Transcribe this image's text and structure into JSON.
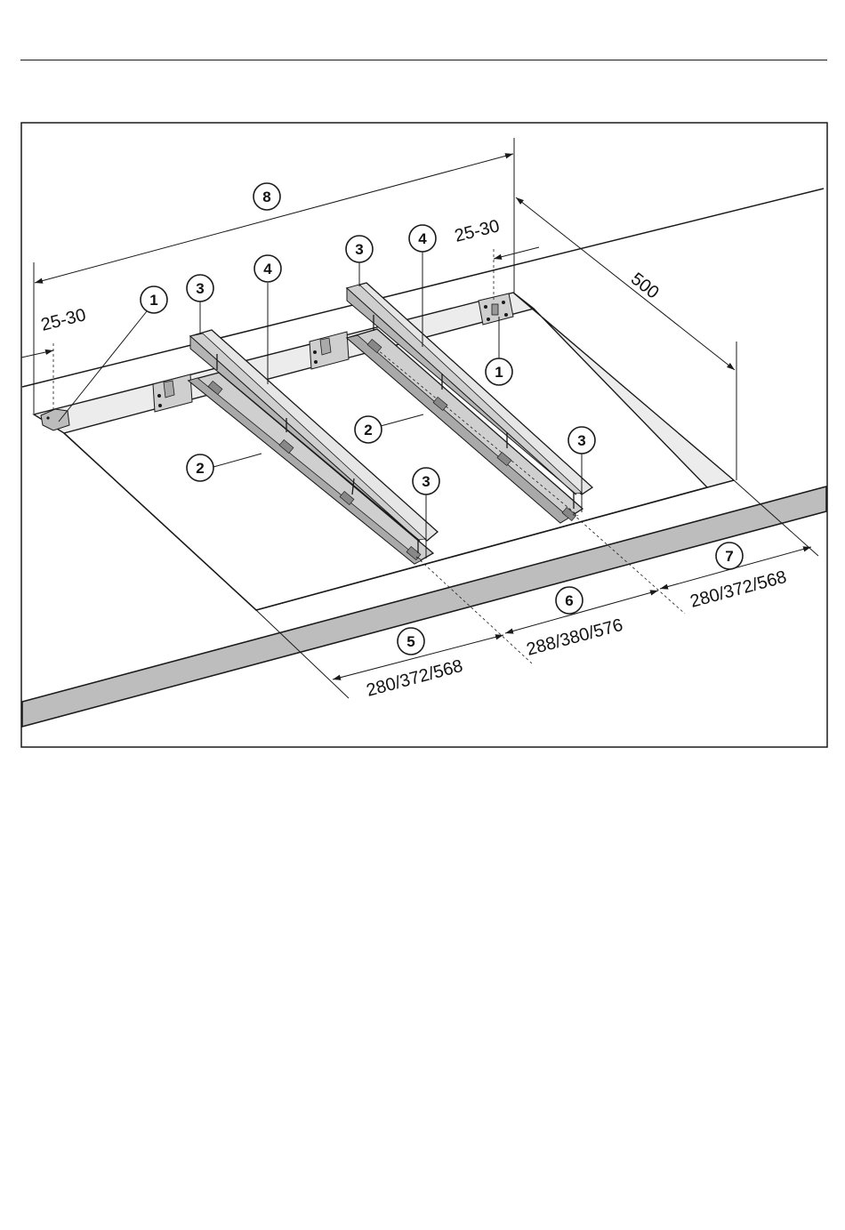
{
  "callouts": {
    "c1_left": "1",
    "c1_right": "1",
    "c2_left": "2",
    "c2_right": "2",
    "c3_top_left": "3",
    "c3_top_right": "3",
    "c3_bottom_left": "3",
    "c3_bottom_right": "3",
    "c4_left": "4",
    "c4_right": "4",
    "c5": "5",
    "c6": "6",
    "c7": "7",
    "c8": "8"
  },
  "dimensions": {
    "gap_left": "25-30",
    "gap_right": "25-30",
    "depth": "500",
    "d5": "280/372/568",
    "d6": "288/380/576",
    "d7": "280/372/568"
  },
  "colors": {
    "line": "#1a1a1a",
    "rail": "#cfcfcf",
    "rail_dark": "#a9a9a9",
    "rail_top": "#e6e6e6",
    "edge": "#bdbdbd",
    "bracket": "#bcbcbc"
  }
}
